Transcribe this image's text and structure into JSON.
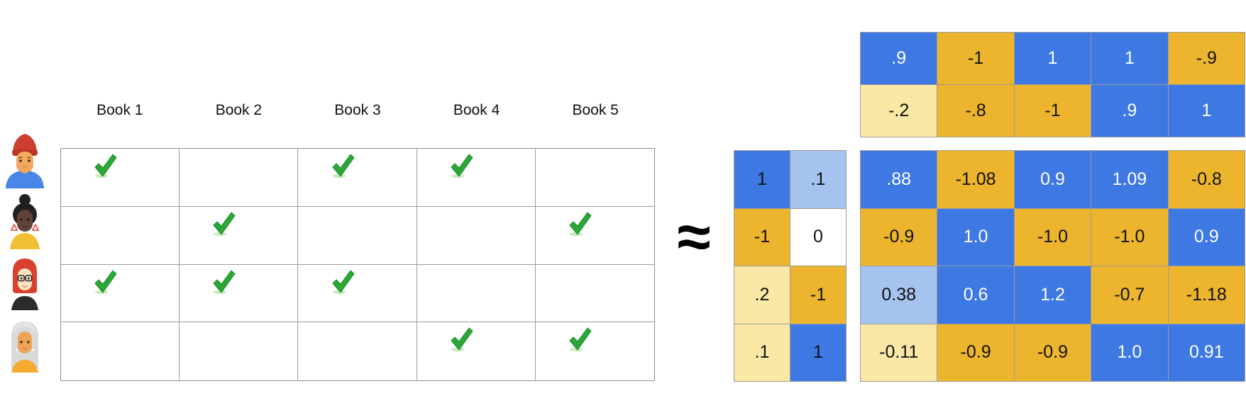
{
  "approx_symbol": "≈",
  "interaction_matrix": {
    "column_headers": [
      "Book 1",
      "Book 2",
      "Book 3",
      "Book 4",
      "Book 5"
    ],
    "check_symbol": "green-checkmark",
    "users": [
      {
        "name": "user-red-beanie",
        "checks": [
          true,
          false,
          true,
          true,
          false
        ]
      },
      {
        "name": "user-black-bun",
        "checks": [
          false,
          true,
          false,
          false,
          true
        ]
      },
      {
        "name": "user-red-hair-glasses",
        "checks": [
          true,
          true,
          true,
          false,
          false
        ]
      },
      {
        "name": "user-gray-hair",
        "checks": [
          false,
          false,
          false,
          true,
          true
        ]
      }
    ]
  },
  "matrices": {
    "item_embeddings": {
      "rows": [
        [
          {
            "v": ".9",
            "bg": "blue",
            "fg": "light"
          },
          {
            "v": "-1",
            "bg": "gold",
            "fg": "dark"
          },
          {
            "v": "1",
            "bg": "blue",
            "fg": "light"
          },
          {
            "v": "1",
            "bg": "blue",
            "fg": "light"
          },
          {
            "v": "-.9",
            "bg": "gold",
            "fg": "dark"
          }
        ],
        [
          {
            "v": "-.2",
            "bg": "paleYellow",
            "fg": "dark"
          },
          {
            "v": "-.8",
            "bg": "gold",
            "fg": "dark"
          },
          {
            "v": "-1",
            "bg": "gold",
            "fg": "dark"
          },
          {
            "v": ".9",
            "bg": "blue",
            "fg": "light"
          },
          {
            "v": "1",
            "bg": "blue",
            "fg": "light"
          }
        ]
      ]
    },
    "user_embeddings": {
      "rows": [
        [
          {
            "v": "1",
            "bg": "blue",
            "fg": "dark"
          },
          {
            "v": ".1",
            "bg": "paleBlue",
            "fg": "dark"
          }
        ],
        [
          {
            "v": "-1",
            "bg": "gold",
            "fg": "dark"
          },
          {
            "v": "0",
            "bg": "white",
            "fg": "dark"
          }
        ],
        [
          {
            "v": ".2",
            "bg": "paleYellow",
            "fg": "dark"
          },
          {
            "v": "-1",
            "bg": "gold",
            "fg": "dark"
          }
        ],
        [
          {
            "v": ".1",
            "bg": "paleYellow",
            "fg": "dark"
          },
          {
            "v": "1",
            "bg": "blue",
            "fg": "dark"
          }
        ]
      ]
    },
    "predicted_ratings": {
      "rows": [
        [
          {
            "v": ".88",
            "bg": "blue",
            "fg": "light"
          },
          {
            "v": "-1.08",
            "bg": "gold",
            "fg": "dark"
          },
          {
            "v": "0.9",
            "bg": "blue",
            "fg": "light"
          },
          {
            "v": "1.09",
            "bg": "blue",
            "fg": "light"
          },
          {
            "v": "-0.8",
            "bg": "gold",
            "fg": "dark"
          }
        ],
        [
          {
            "v": "-0.9",
            "bg": "gold",
            "fg": "dark"
          },
          {
            "v": "1.0",
            "bg": "blue",
            "fg": "light"
          },
          {
            "v": "-1.0",
            "bg": "gold",
            "fg": "dark"
          },
          {
            "v": "-1.0",
            "bg": "gold",
            "fg": "dark"
          },
          {
            "v": "0.9",
            "bg": "blue",
            "fg": "light"
          }
        ],
        [
          {
            "v": "0.38",
            "bg": "paleBlue",
            "fg": "dark"
          },
          {
            "v": "0.6",
            "bg": "blue",
            "fg": "light"
          },
          {
            "v": "1.2",
            "bg": "blue",
            "fg": "light"
          },
          {
            "v": "-0.7",
            "bg": "gold",
            "fg": "dark"
          },
          {
            "v": "-1.18",
            "bg": "gold",
            "fg": "dark"
          }
        ],
        [
          {
            "v": "-0.11",
            "bg": "paleYellow",
            "fg": "dark"
          },
          {
            "v": "-0.9",
            "bg": "gold",
            "fg": "dark"
          },
          {
            "v": "-0.9",
            "bg": "gold",
            "fg": "dark"
          },
          {
            "v": "1.0",
            "bg": "blue",
            "fg": "light"
          },
          {
            "v": "0.91",
            "bg": "blue",
            "fg": "light"
          }
        ]
      ]
    }
  },
  "colors": {
    "cell": {
      "blue": "#3D78E3",
      "gold": "#ECB52D",
      "paleYellow": "#FBE7A6",
      "paleBlue": "#A6C3F0",
      "white": "#FFFFFF"
    },
    "text_light": "#FFFFFF",
    "text_dark": "#111111",
    "check_green": "#2CA637",
    "check_green_dark": "#1D8C2B",
    "check_shadow": "#C9ECBF",
    "grid_border": "#9B9B9B"
  }
}
